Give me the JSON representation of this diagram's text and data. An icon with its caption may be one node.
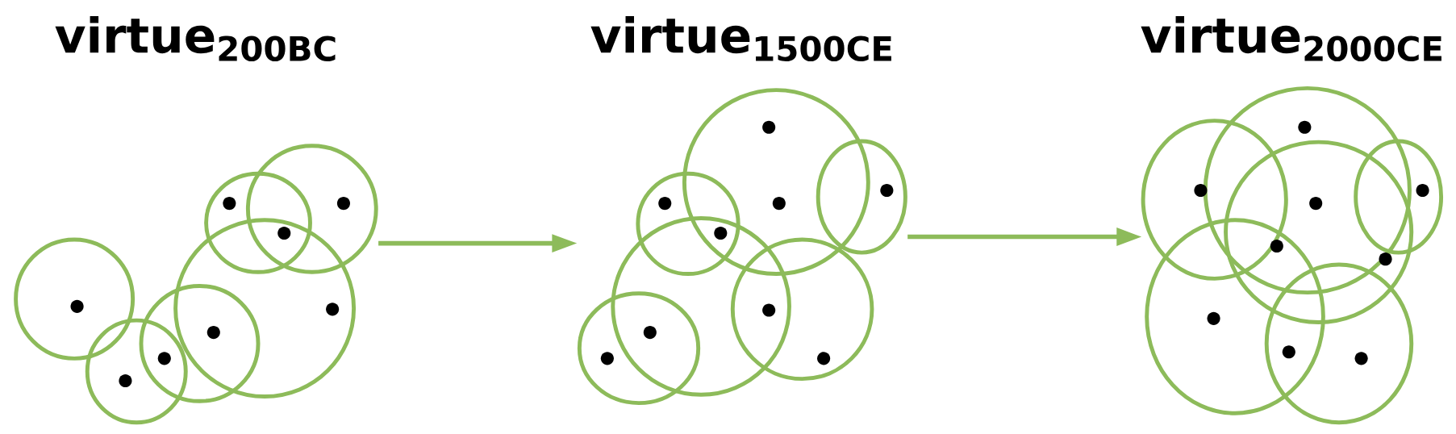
{
  "diagram": {
    "nodes": [
      {
        "text": [
          "virtue$_{200BC}$"
        ]
      },
      {
        "text": [
          "virtue$_{1500CE}$"
        ]
      },
      {
        "text": [
          "virtue$_{2000CE}$"
        ]
      }
    ],
    "edges": [
      {
        "from": 0,
        "to": 1,
        "arrow": "to"
      },
      {
        "from": 1,
        "to": 2,
        "arrow": "to"
      }
    ]
  }
}
